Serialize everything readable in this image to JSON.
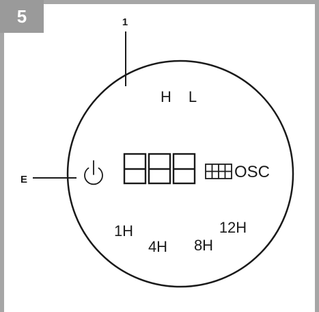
{
  "step_number": "5",
  "callouts": {
    "top": "1",
    "left": "E"
  },
  "display": {
    "speed_high": "H",
    "speed_low": "L",
    "oscillation": "OSC",
    "timers": [
      "1H",
      "4H",
      "8H",
      "12H"
    ]
  },
  "icons": [
    "power-icon",
    "seven-segment-digits",
    "grid-mode-icon"
  ],
  "colors": {
    "frame": "#a6a6a6",
    "badge": "#9a9a9a",
    "ink": "#1a1a1a"
  }
}
